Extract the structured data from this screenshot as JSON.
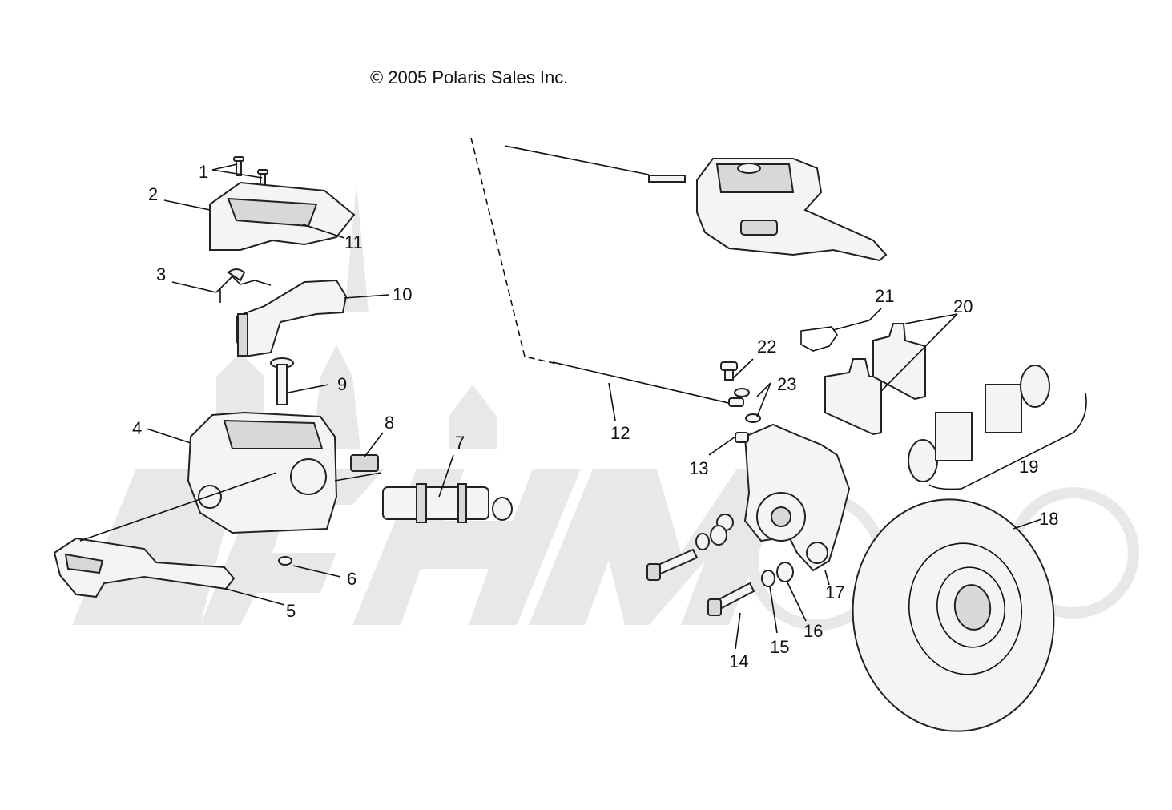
{
  "copyright": "© 2005 Polaris Sales Inc.",
  "callouts": {
    "c1": "1",
    "c2": "2",
    "c3": "3",
    "c4": "4",
    "c5": "5",
    "c6": "6",
    "c7": "7",
    "c8": "8",
    "c9": "9",
    "c10": "10",
    "c11": "11",
    "c12": "12",
    "c13": "13",
    "c14": "14",
    "c15": "15",
    "c16": "16",
    "c17": "17",
    "c18": "18",
    "c19": "19",
    "c20": "20",
    "c21": "21",
    "c22": "22",
    "c23": "23"
  },
  "watermark_text": "ACHMoto"
}
